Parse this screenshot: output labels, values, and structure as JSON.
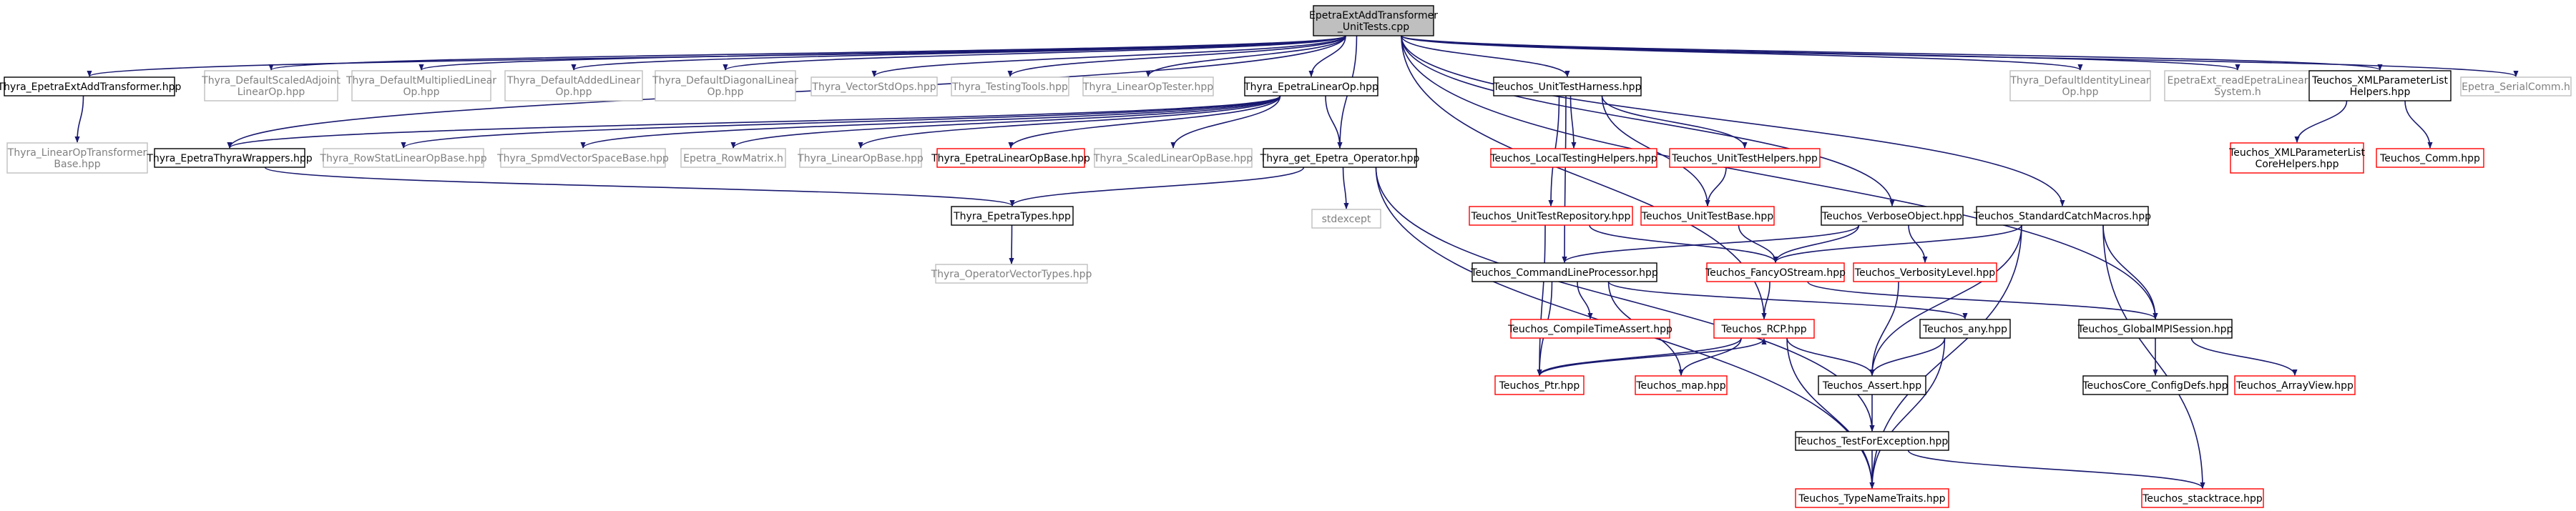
{
  "title": "EpetraExtAddTransformer_UnitTests.cpp",
  "colors": {
    "edge": "#191970",
    "root_fill": "#bfbfbf",
    "documented_border": "#000000",
    "external_border": "#bfbfbf",
    "undocumented_border": "#ff0000",
    "external_text": "#808080"
  },
  "nodes": {
    "root": {
      "lines": [
        "EpetraExtAddTransformer",
        "_UnitTests.cpp"
      ],
      "kind": "root"
    },
    "thyra_epetraext_add_transformer": {
      "lines": [
        "Thyra_EpetraExtAddTransformer.hpp"
      ],
      "kind": "doc"
    },
    "thyra_default_scaled_adjoint": {
      "lines": [
        "Thyra_DefaultScaledAdjoint",
        "LinearOp.hpp"
      ],
      "kind": "ext"
    },
    "thyra_default_multiplied": {
      "lines": [
        "Thyra_DefaultMultipliedLinear",
        "Op.hpp"
      ],
      "kind": "ext"
    },
    "thyra_default_added": {
      "lines": [
        "Thyra_DefaultAddedLinear",
        "Op.hpp"
      ],
      "kind": "ext"
    },
    "thyra_default_diagonal": {
      "lines": [
        "Thyra_DefaultDiagonalLinear",
        "Op.hpp"
      ],
      "kind": "ext"
    },
    "thyra_vector_std_ops": {
      "lines": [
        "Thyra_VectorStdOps.hpp"
      ],
      "kind": "ext"
    },
    "thyra_testing_tools": {
      "lines": [
        "Thyra_TestingTools.hpp"
      ],
      "kind": "ext"
    },
    "thyra_linear_op_tester": {
      "lines": [
        "Thyra_LinearOpTester.hpp"
      ],
      "kind": "ext"
    },
    "thyra_epetra_linear_op": {
      "lines": [
        "Thyra_EpetraLinearOp.hpp"
      ],
      "kind": "doc"
    },
    "teuchos_unit_test_harness": {
      "lines": [
        "Teuchos_UnitTestHarness.hpp"
      ],
      "kind": "doc"
    },
    "thyra_default_identity": {
      "lines": [
        "Thyra_DefaultIdentityLinear",
        "Op.hpp"
      ],
      "kind": "ext"
    },
    "epetraext_read_epetra": {
      "lines": [
        "EpetraExt_readEpetraLinear",
        "System.h"
      ],
      "kind": "ext"
    },
    "teuchos_xml_param_list_helpers": {
      "lines": [
        "Teuchos_XMLParameterList",
        "Helpers.hpp"
      ],
      "kind": "doc"
    },
    "epetra_serial_comm": {
      "lines": [
        "Epetra_SerialComm.h"
      ],
      "kind": "ext"
    },
    "thyra_linear_op_transformer_base": {
      "lines": [
        "Thyra_LinearOpTransformer",
        "Base.hpp"
      ],
      "kind": "ext"
    },
    "thyra_epetra_thyra_wrappers": {
      "lines": [
        "Thyra_EpetraThyraWrappers.hpp"
      ],
      "kind": "doc"
    },
    "thyra_row_stat_linear_op_base": {
      "lines": [
        "Thyra_RowStatLinearOpBase.hpp"
      ],
      "kind": "ext"
    },
    "thyra_spmd_vector_space_base": {
      "lines": [
        "Thyra_SpmdVectorSpaceBase.hpp"
      ],
      "kind": "ext"
    },
    "epetra_row_matrix": {
      "lines": [
        "Epetra_RowMatrix.h"
      ],
      "kind": "ext"
    },
    "thyra_linear_op_base": {
      "lines": [
        "Thyra_LinearOpBase.hpp"
      ],
      "kind": "ext"
    },
    "thyra_epetra_linear_op_base": {
      "lines": [
        "Thyra_EpetraLinearOpBase.hpp"
      ],
      "kind": "red"
    },
    "thyra_scaled_linear_op_base": {
      "lines": [
        "Thyra_ScaledLinearOpBase.hpp"
      ],
      "kind": "ext"
    },
    "thyra_get_epetra_operator": {
      "lines": [
        "Thyra_get_Epetra_Operator.hpp"
      ],
      "kind": "doc"
    },
    "teuchos_local_testing_helpers": {
      "lines": [
        "Teuchos_LocalTestingHelpers.hpp"
      ],
      "kind": "red"
    },
    "teuchos_unit_test_helpers": {
      "lines": [
        "Teuchos_UnitTestHelpers.hpp"
      ],
      "kind": "red"
    },
    "teuchos_xml_param_list_core_helpers": {
      "lines": [
        "Teuchos_XMLParameterList",
        "CoreHelpers.hpp"
      ],
      "kind": "red"
    },
    "teuchos_comm": {
      "lines": [
        "Teuchos_Comm.hpp"
      ],
      "kind": "red"
    },
    "thyra_epetra_types": {
      "lines": [
        "Thyra_EpetraTypes.hpp"
      ],
      "kind": "doc"
    },
    "stdexcept": {
      "lines": [
        "stdexcept"
      ],
      "kind": "ext"
    },
    "teuchos_unit_test_repository": {
      "lines": [
        "Teuchos_UnitTestRepository.hpp"
      ],
      "kind": "red"
    },
    "teuchos_unit_test_base": {
      "lines": [
        "Teuchos_UnitTestBase.hpp"
      ],
      "kind": "red"
    },
    "teuchos_verbose_object": {
      "lines": [
        "Teuchos_VerboseObject.hpp"
      ],
      "kind": "doc"
    },
    "teuchos_standard_catch_macros": {
      "lines": [
        "Teuchos_StandardCatchMacros.hpp"
      ],
      "kind": "doc"
    },
    "thyra_operator_vector_types": {
      "lines": [
        "Thyra_OperatorVectorTypes.hpp"
      ],
      "kind": "ext"
    },
    "teuchos_command_line_processor": {
      "lines": [
        "Teuchos_CommandLineProcessor.hpp"
      ],
      "kind": "doc"
    },
    "teuchos_fancy_ostream": {
      "lines": [
        "Teuchos_FancyOStream.hpp"
      ],
      "kind": "red"
    },
    "teuchos_verbosity_level": {
      "lines": [
        "Teuchos_VerbosityLevel.hpp"
      ],
      "kind": "red"
    },
    "teuchos_compile_time_assert": {
      "lines": [
        "Teuchos_CompileTimeAssert.hpp"
      ],
      "kind": "red"
    },
    "teuchos_rcp": {
      "lines": [
        "Teuchos_RCP.hpp"
      ],
      "kind": "red"
    },
    "teuchos_any": {
      "lines": [
        "Teuchos_any.hpp"
      ],
      "kind": "doc"
    },
    "teuchos_global_mpi_session": {
      "lines": [
        "Teuchos_GlobalMPISession.hpp"
      ],
      "kind": "doc"
    },
    "teuchos_ptr": {
      "lines": [
        "Teuchos_Ptr.hpp"
      ],
      "kind": "red"
    },
    "teuchos_map": {
      "lines": [
        "Teuchos_map.hpp"
      ],
      "kind": "red"
    },
    "teuchos_assert": {
      "lines": [
        "Teuchos_Assert.hpp"
      ],
      "kind": "doc"
    },
    "teuchos_core_config_defs": {
      "lines": [
        "TeuchosCore_ConfigDefs.hpp"
      ],
      "kind": "doc"
    },
    "teuchos_array_view": {
      "lines": [
        "Teuchos_ArrayView.hpp"
      ],
      "kind": "red"
    },
    "teuchos_test_for_exception": {
      "lines": [
        "Teuchos_TestForException.hpp"
      ],
      "kind": "doc"
    },
    "teuchos_type_name_traits": {
      "lines": [
        "Teuchos_TypeNameTraits.hpp"
      ],
      "kind": "red"
    },
    "teuchos_stacktrace": {
      "lines": [
        "Teuchos_stacktrace.hpp"
      ],
      "kind": "red"
    }
  },
  "edges": [
    [
      "root",
      "thyra_epetraext_add_transformer"
    ],
    [
      "root",
      "thyra_default_scaled_adjoint"
    ],
    [
      "root",
      "thyra_default_multiplied"
    ],
    [
      "root",
      "thyra_default_added"
    ],
    [
      "root",
      "thyra_default_diagonal"
    ],
    [
      "root",
      "thyra_vector_std_ops"
    ],
    [
      "root",
      "thyra_testing_tools"
    ],
    [
      "root",
      "thyra_linear_op_tester"
    ],
    [
      "root",
      "thyra_epetra_linear_op"
    ],
    [
      "root",
      "teuchos_unit_test_harness"
    ],
    [
      "root",
      "thyra_default_identity"
    ],
    [
      "root",
      "epetraext_read_epetra"
    ],
    [
      "root",
      "teuchos_xml_param_list_helpers"
    ],
    [
      "root",
      "epetra_serial_comm"
    ],
    [
      "root",
      "thyra_epetra_thyra_wrappers"
    ],
    [
      "root",
      "thyra_get_epetra_operator"
    ],
    [
      "root",
      "teuchos_verbose_object"
    ],
    [
      "root",
      "teuchos_standard_catch_macros"
    ],
    [
      "root",
      "teuchos_global_mpi_session"
    ],
    [
      "root",
      "teuchos_rcp"
    ],
    [
      "thyra_epetraext_add_transformer",
      "thyra_linear_op_transformer_base"
    ],
    [
      "thyra_epetra_linear_op",
      "thyra_epetra_thyra_wrappers"
    ],
    [
      "thyra_epetra_linear_op",
      "thyra_row_stat_linear_op_base"
    ],
    [
      "thyra_epetra_linear_op",
      "thyra_spmd_vector_space_base"
    ],
    [
      "thyra_epetra_linear_op",
      "epetra_row_matrix"
    ],
    [
      "thyra_epetra_linear_op",
      "thyra_linear_op_base"
    ],
    [
      "thyra_epetra_linear_op",
      "thyra_epetra_linear_op_base"
    ],
    [
      "thyra_epetra_linear_op",
      "thyra_scaled_linear_op_base"
    ],
    [
      "thyra_epetra_linear_op",
      "thyra_get_epetra_operator"
    ],
    [
      "thyra_epetra_thyra_wrappers",
      "thyra_epetra_types"
    ],
    [
      "thyra_get_epetra_operator",
      "thyra_epetra_types"
    ],
    [
      "thyra_get_epetra_operator",
      "stdexcept"
    ],
    [
      "thyra_get_epetra_operator",
      "teuchos_type_name_traits"
    ],
    [
      "thyra_get_epetra_operator",
      "teuchos_test_for_exception"
    ],
    [
      "thyra_epetra_types",
      "thyra_operator_vector_types"
    ],
    [
      "teuchos_unit_test_harness",
      "teuchos_local_testing_helpers"
    ],
    [
      "teuchos_unit_test_harness",
      "teuchos_unit_test_helpers"
    ],
    [
      "teuchos_unit_test_harness",
      "teuchos_unit_test_repository"
    ],
    [
      "teuchos_unit_test_harness",
      "teuchos_unit_test_base"
    ],
    [
      "teuchos_unit_test_harness",
      "teuchos_command_line_processor"
    ],
    [
      "teuchos_unit_test_helpers",
      "teuchos_unit_test_base"
    ],
    [
      "teuchos_unit_test_repository",
      "teuchos_fancy_ostream"
    ],
    [
      "teuchos_unit_test_repository",
      "teuchos_ptr"
    ],
    [
      "teuchos_unit_test_base",
      "teuchos_fancy_ostream"
    ],
    [
      "teuchos_xml_param_list_helpers",
      "teuchos_xml_param_list_core_helpers"
    ],
    [
      "teuchos_xml_param_list_helpers",
      "teuchos_comm"
    ],
    [
      "teuchos_verbose_object",
      "teuchos_fancy_ostream"
    ],
    [
      "teuchos_verbose_object",
      "teuchos_verbosity_level"
    ],
    [
      "teuchos_verbose_object",
      "teuchos_command_line_processor"
    ],
    [
      "teuchos_standard_catch_macros",
      "teuchos_fancy_ostream"
    ],
    [
      "teuchos_standard_catch_macros",
      "teuchos_global_mpi_session"
    ],
    [
      "teuchos_standard_catch_macros",
      "teuchos_assert"
    ],
    [
      "teuchos_standard_catch_macros",
      "teuchos_type_name_traits"
    ],
    [
      "teuchos_standard_catch_macros",
      "teuchos_stacktrace"
    ],
    [
      "teuchos_command_line_processor",
      "teuchos_compile_time_assert"
    ],
    [
      "teuchos_command_line_processor",
      "teuchos_any"
    ],
    [
      "teuchos_command_line_processor",
      "teuchos_ptr"
    ],
    [
      "teuchos_command_line_processor",
      "teuchos_map"
    ],
    [
      "teuchos_fancy_ostream",
      "teuchos_rcp"
    ],
    [
      "teuchos_fancy_ostream",
      "teuchos_global_mpi_session"
    ],
    [
      "teuchos_verbosity_level",
      "teuchos_assert"
    ],
    [
      "teuchos_rcp",
      "teuchos_ptr"
    ],
    [
      "teuchos_rcp",
      "teuchos_map"
    ],
    [
      "teuchos_rcp",
      "teuchos_assert"
    ],
    [
      "teuchos_rcp",
      "teuchos_type_name_traits"
    ],
    [
      "teuchos_ptr",
      "teuchos_rcp"
    ],
    [
      "teuchos_any",
      "teuchos_assert"
    ],
    [
      "teuchos_any",
      "teuchos_type_name_traits"
    ],
    [
      "teuchos_global_mpi_session",
      "teuchos_core_config_defs"
    ],
    [
      "teuchos_global_mpi_session",
      "teuchos_array_view"
    ],
    [
      "teuchos_assert",
      "teuchos_test_for_exception"
    ],
    [
      "teuchos_test_for_exception",
      "teuchos_type_name_traits"
    ],
    [
      "teuchos_test_for_exception",
      "teuchos_stacktrace"
    ]
  ]
}
